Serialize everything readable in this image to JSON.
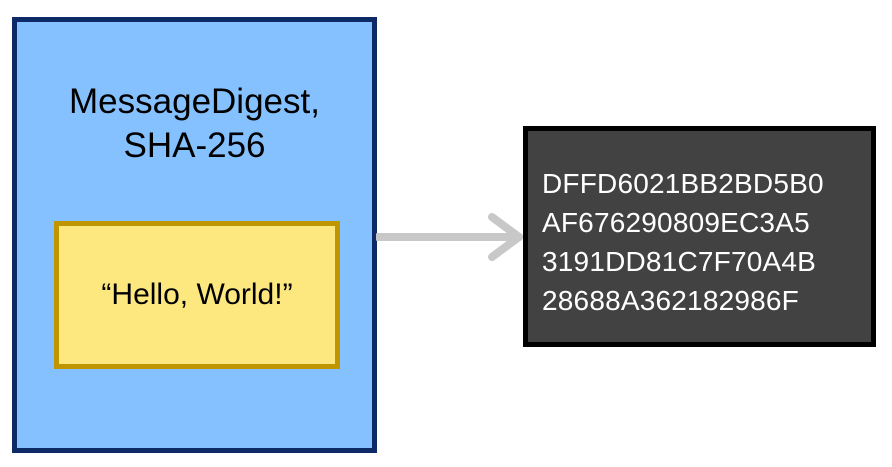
{
  "digest": {
    "title_line1": "MessageDigest,",
    "title_line2": "SHA-256",
    "input_text": "“Hello, World!”"
  },
  "hash": {
    "lines": [
      "DFFD6021BB2BD5B0",
      "AF676290809EC3A5",
      "3191DD81C7F70A4B",
      "28688A362182986F"
    ]
  },
  "colors": {
    "digest_fill": "#85c1ff",
    "digest_border": "#0d2a66",
    "input_fill": "#fde880",
    "input_border": "#bf9600",
    "hash_fill": "#424242",
    "hash_border": "#000000",
    "arrow": "#c8c8c8"
  }
}
